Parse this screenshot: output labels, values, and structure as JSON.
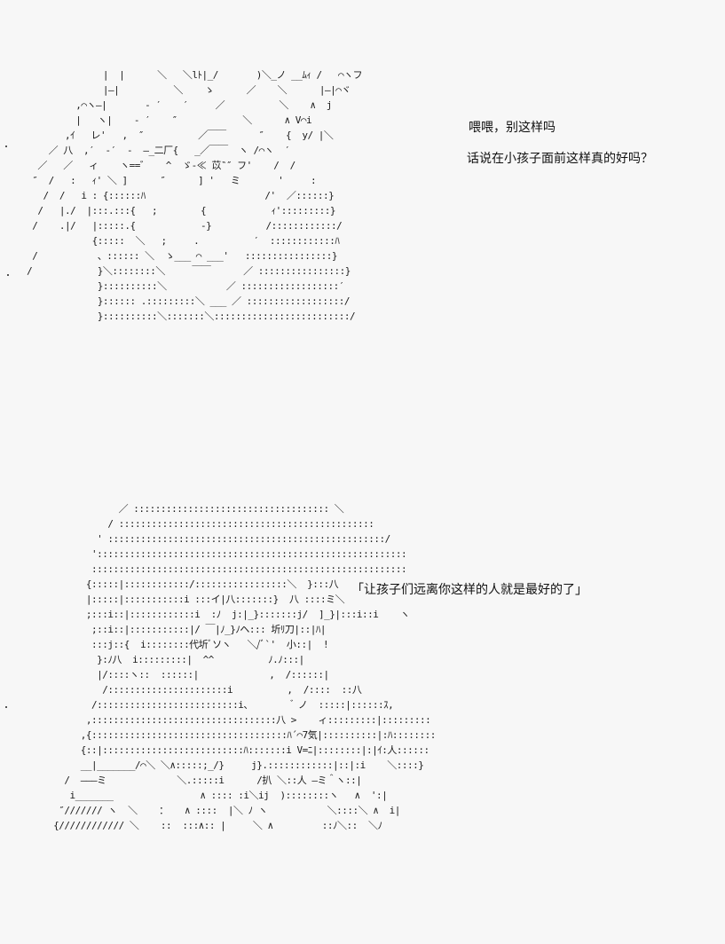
{
  "panels": [
    {
      "art": "               |  |      ＼   ＼lﾄ|_/       )＼_ノ __ﾑｨ /   ⌒ヽフ\n               |―|          ＼    ゝ      ／    ＼      |―|⌒ヾ\n          ,⌒ヽ―|       ‐ ′    ′     ／          ＼    ∧  j\n          |   ヽ|    ‐ ′    ″            ＼      ∧ V⌒i\n        ,ｲ   レ'   ,  ″          ／￣￣      ″    {  y/ |＼\n     ／ 八  ,′  ‐′  ‐  ―_二厂{   _／￣￣  ヽ /⌒ヽ  ′\n   ／   ／   ィ    ヽ==゛   ^  ゞ-≪ 苡‶″ フ'    /  /\n  ″  /   :   ｨ' ＼ ]      ″      ] '   ミ       '     :\n    /  /   i : {::::::ﾊ                      /'  ／::::::}\n   /   |./  |:::.:::{   ;        {            ｨ':::::::::}\n  /    .|/   |:::::.{            -}          /::::::::::::/\n             {:::::  ＼   ;     .          ′  ::::::::::::ﾊ\n  /           、:::::: ＼  ゝ___ ⌒ ___'   ::::::::::::::::}\n /            }＼::::::::＼     ￣￣      ／ ::::::::::::::::}\n              }::::::::::＼           ／ ::::::::::::::::::′\n              }:::::: .:::::::::＼ ___ ／ ::::::::::::::::::/\n              }::::::::::＼:::::::＼:::::::::::::::::::::::::/",
      "dialogue": [
        "喂喂，别这样吗",
        "话说在小孩子面前这样真的好吗？"
      ]
    },
    {
      "art": "             ／ :::::::::::::::::::::::::::::::::::: ＼\n           / :::::::::::::::::::::::::::::::::::::::::::::::\n         ' :::::::::::::::::::::::::::::::::::::::::::::::::::/\n        ':::::::::::::::::::::::::::::::::::::::::::::::::::::::::\n        ::::::::::::::::::::::::::::::::::::::::::::::::::::::::::\n       {:::::|::::::::::::/:::::::::::::::::＼  }:::八\n       |:::::|:::::::::::i :::イ|八:::::::}  八 ::::ミ＼\n       ;:::i::|::::::::::::i  :ﾉ  j:|_}:::::::j/  ]_}|:::i::i    ヽ\n        ;::i::|:::::::::::|/ ￣|ﾉ_}ﾉヘ::: 圻ﾘ刀|::|ﾊ|\n        :::j::{  i::::::::代圻ﾞソヽ   ＼/ﾞ`'  小::|  !\n         }:ﾉ八  i:::::::::|  ^^          ﾉ.ﾉ:::|\n         |/::::ヽ::  ::::::|             ,  /::::::|\n          /::::::::::::::::::::::i          ,  /::::  ::八\n        /::::::::::::::::::::::::::i、        ゙ ノ  :::::|::::::ｽ,\n       ,::::::::::::::::::::::::::::::::::八 >    ィ:::::::::|:::::::::\n      ,{::::::::::::::::::::::::::::::::::::ﾊ´⌒7気|::::::::::|:ﾊ::::::::\n      {::|::::::::::::::::::::::::::ﾊ:::::::i V=ﾆ|::::::::|:|ｲ:人::::::\n      __|_______/⌒＼ ＼∧:::::;_/}     j}.::::::::::::|::|:i    ＼::::}\n   /  ―――ミ             ＼.:::::i      /扒 ＼::人 ―ミ＾ヽ::|\n    i_______                ∧ :::: :i＼ij  )::::::::ヽ   ∧  ':|\n  ″/////// ヽ  ＼    ：   ∧ ::::  |＼ ﾉ ヽ           ＼::::＼ ∧  i|\n {//////////// ＼    ::  :::∧:: |     ＼ ∧         ::ﾉ＼::  ＼ﾉ",
      "dialogue": [
        "「让孩子们远离你这样的人就是最好的了」"
      ]
    }
  ]
}
